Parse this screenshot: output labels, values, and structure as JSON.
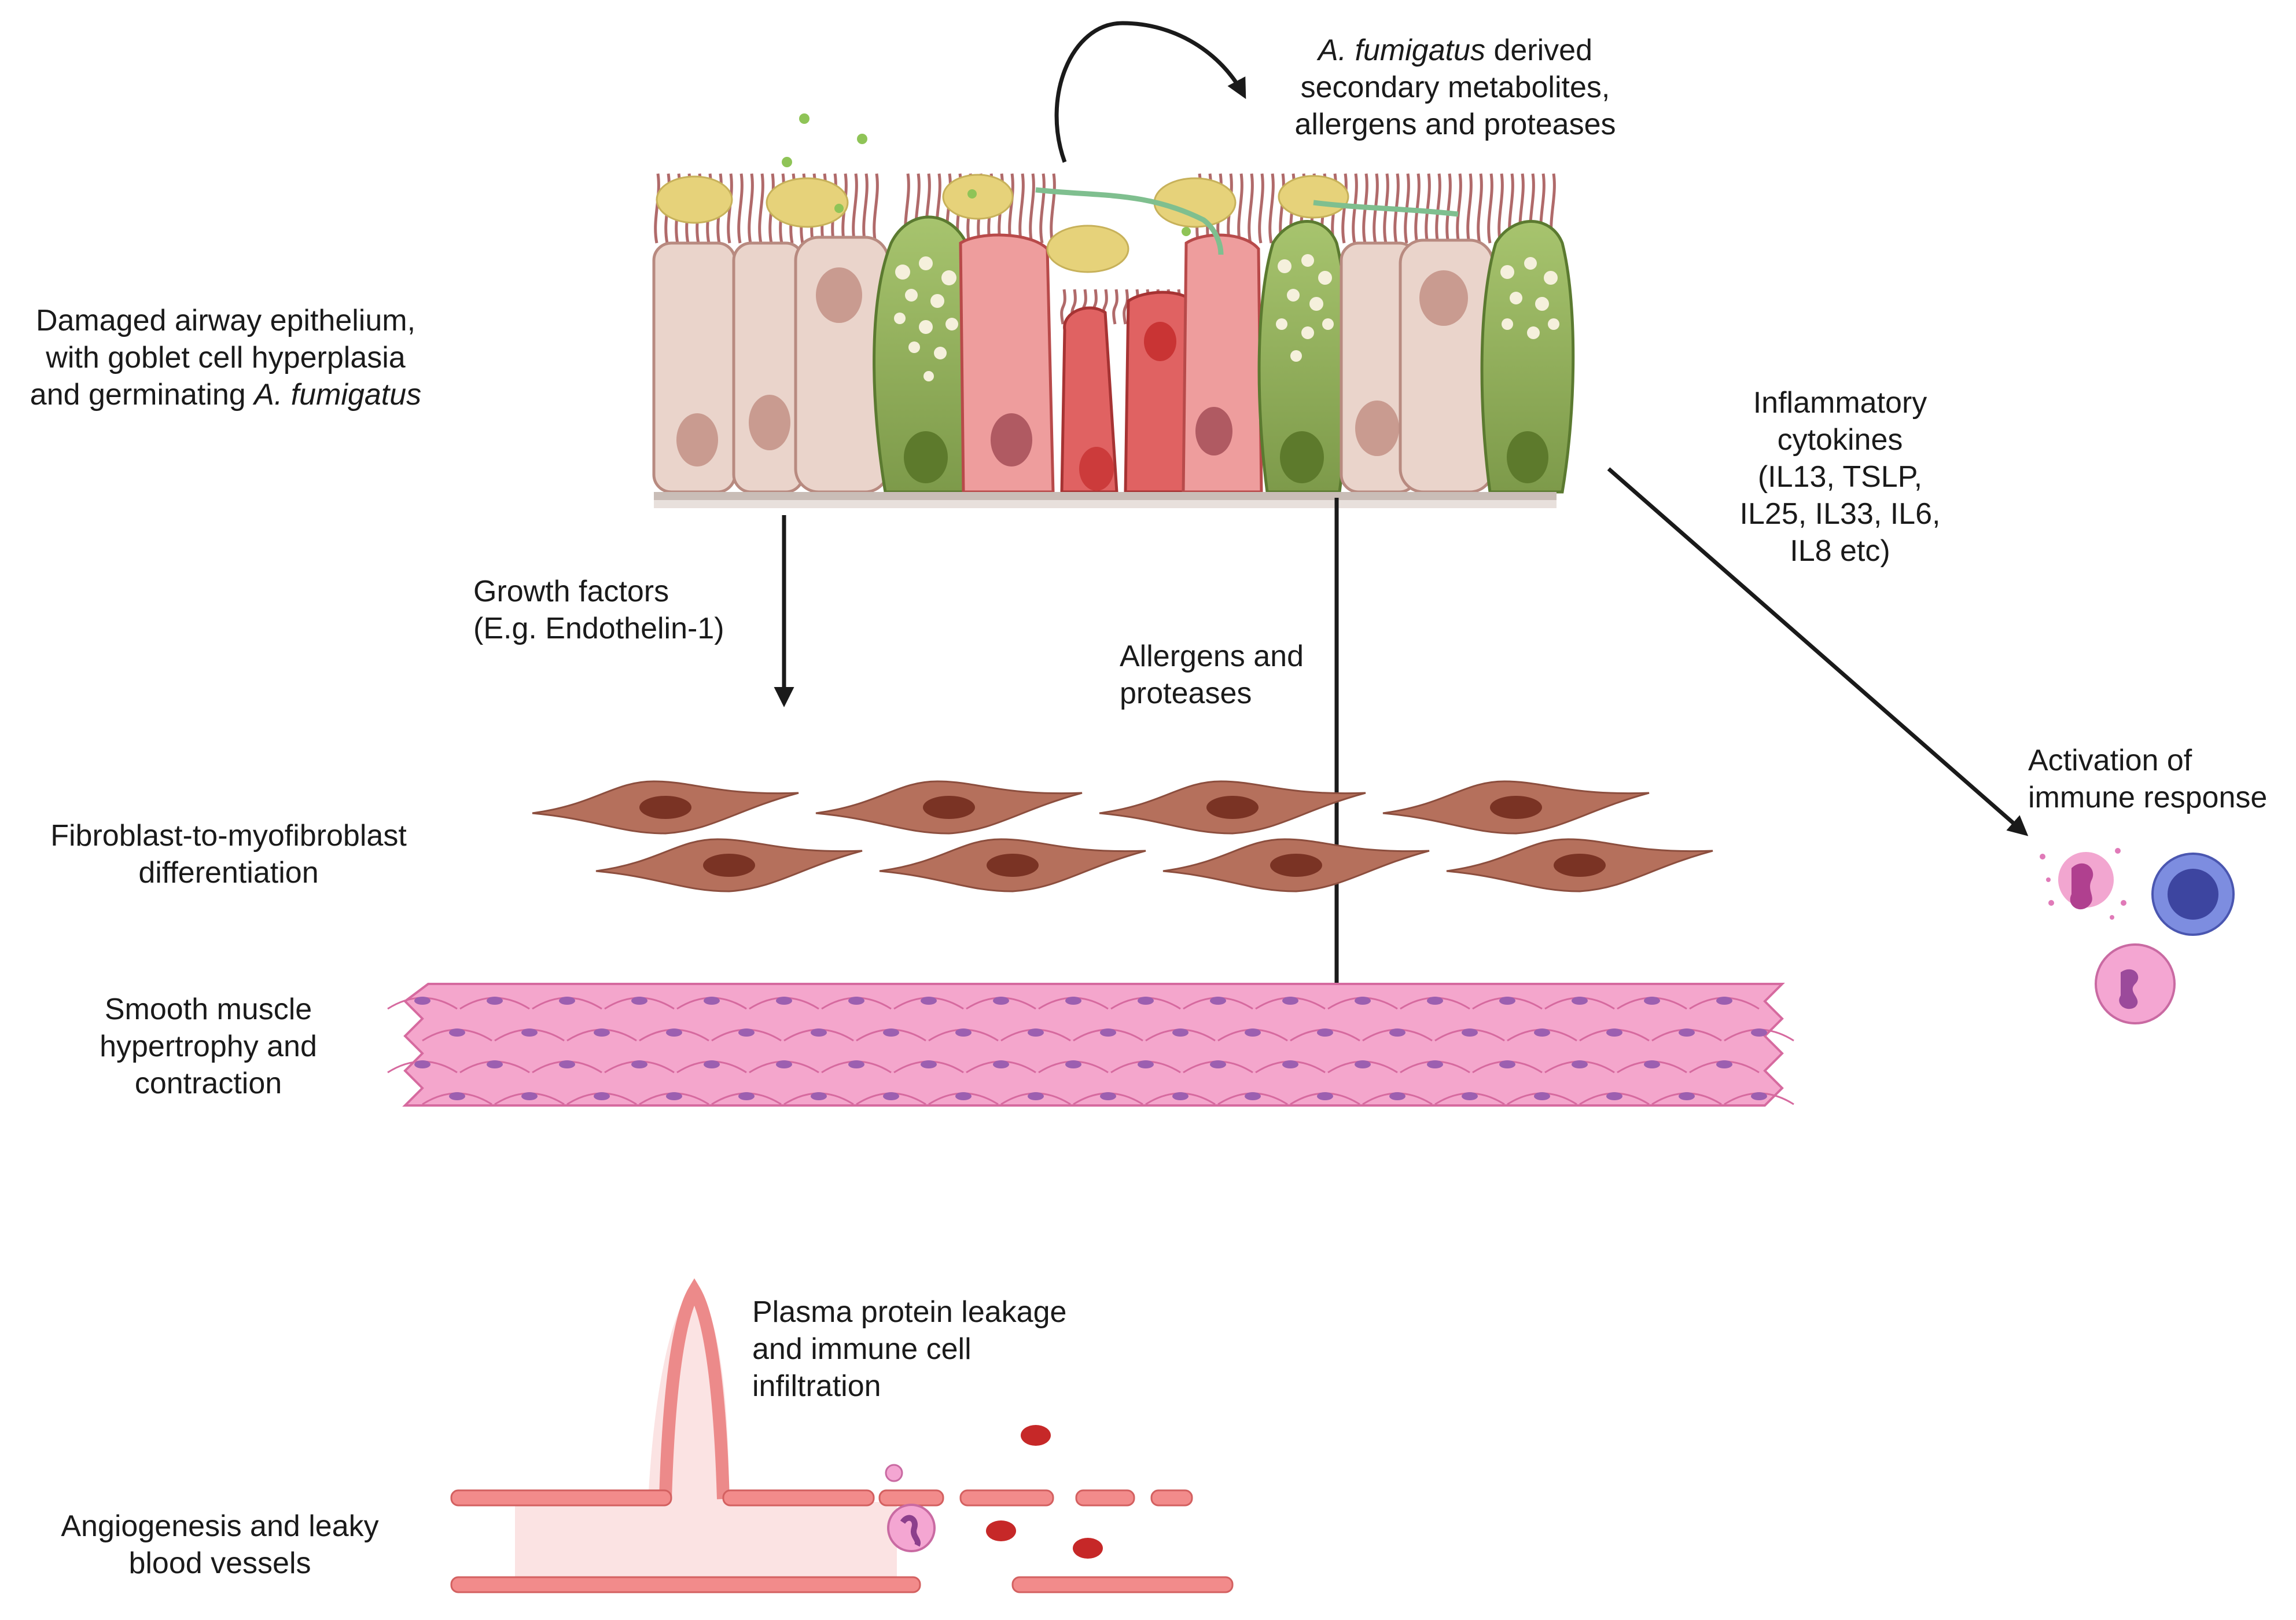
{
  "labels": {
    "metabolites": {
      "italic": "A. fumigatus",
      "line1_rest": " derived",
      "line2": "secondary metabolites,",
      "line3": "allergens and proteases"
    },
    "epithelium": {
      "line1": "Damaged airway epithelium,",
      "line2": "with goblet cell hyperplasia",
      "line3_prefix": "and germinating ",
      "line3_italic": "A. fumigatus"
    },
    "growth_factors": {
      "line1": "Growth factors",
      "line2": "(E.g. Endothelin-1)"
    },
    "allergens": {
      "line1": "Allergens and",
      "line2": "proteases"
    },
    "cytokines": {
      "line1": "Inflammatory",
      "line2": "cytokines",
      "line3": "(IL13, TSLP,",
      "line4": "IL25, IL33, IL6,",
      "line5": "IL8 etc)"
    },
    "immune": {
      "line1": "Activation of",
      "line2": "immune response"
    },
    "fibroblast": {
      "line1": "Fibroblast-to-myofibroblast",
      "line2": "differentiation"
    },
    "smooth_muscle": {
      "line1": "Smooth muscle",
      "line2": "hypertrophy and",
      "line3": "contraction"
    },
    "plasma": {
      "line1": "Plasma protein leakage",
      "line2": "and immune cell",
      "line3": "infiltration"
    },
    "angiogenesis": {
      "line1": "Angiogenesis and leaky",
      "line2": "blood vessels"
    }
  },
  "colors": {
    "ciliated_cell": "#e8cfc6",
    "goblet_cell": "#8aa85a",
    "damaged_cell": "#e57373",
    "fibroblast": "#b5705c",
    "smooth_muscle": "#f29cc4",
    "vessel": "#f28b8b",
    "red_blood_cell": "#c62828",
    "spores": "#e8d37a",
    "arrow": "#1a1a1a"
  }
}
